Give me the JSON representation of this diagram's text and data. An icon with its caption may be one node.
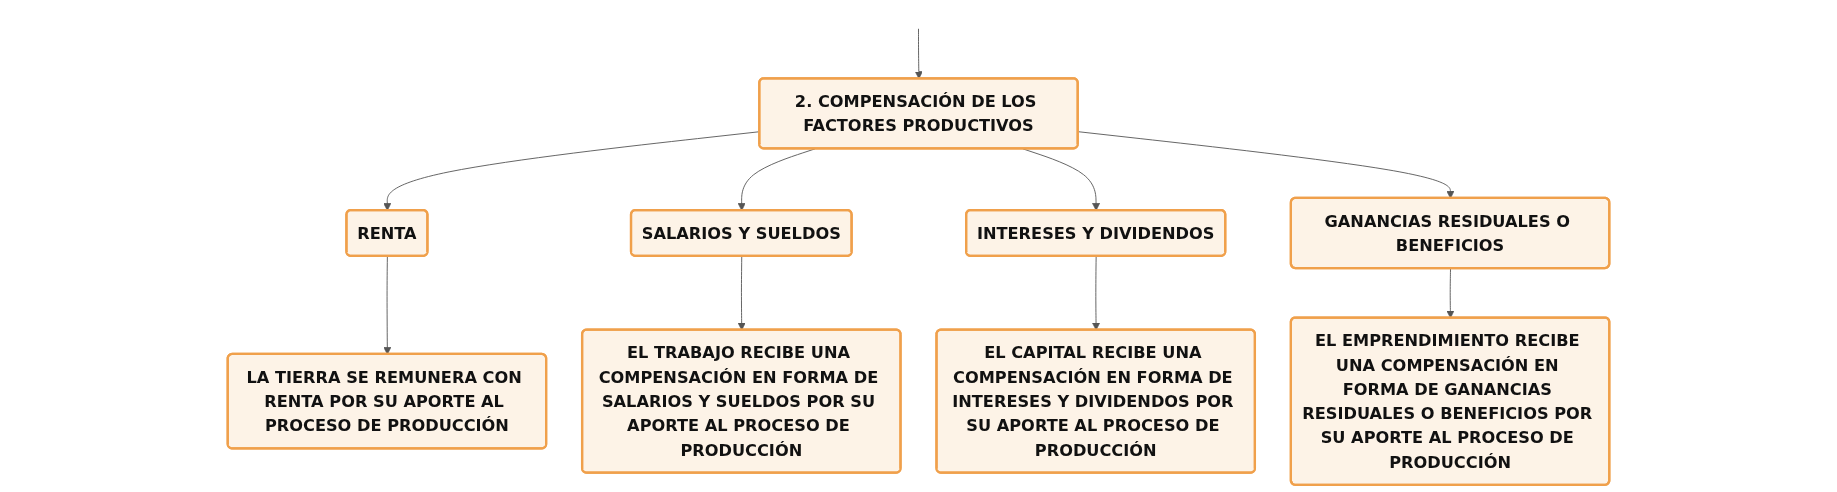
{
  "diagram": {
    "nodes": [
      {
        "text": [
          "2. COMPENSACIÓN DE LOS FACTORES PRODUCTIVOS"
        ]
      },
      {
        "text": [
          "RENTA"
        ]
      },
      {
        "text": [
          "SALARIOS Y SUELDOS"
        ]
      },
      {
        "text": [
          "INTERESES Y DIVIDENDOS"
        ]
      },
      {
        "text": [
          "GANANCIAS RESIDUALES O BENEFICIOS"
        ]
      },
      {
        "text": [
          "LA TIERRA SE REMUNERA CON RENTA POR SU APORTE AL PROCESO DE PRODUCCIÓN"
        ]
      },
      {
        "text": [
          "EL TRABAJO RECIBE UNA COMPENSACIÓN EN FORMA DE SALARIOS Y SUELDOS POR SU APORTE AL PROCESO DE PRODUCCIÓN"
        ]
      },
      {
        "text": [
          "EL CAPITAL RECIBE UNA COMPENSACIÓN EN FORMA DE INTERESES Y DIVIDENDOS POR SU APORTE AL PROCESO DE PRODUCCIÓN"
        ]
      },
      {
        "text": [
          "EL EMPRENDIMIENTO RECIBE UNA COMPENSACIÓN EN FORMA DE GANANCIAS RESIDUALES O BENEFICIOS POR SU APORTE AL PROCESO DE PRODUCCIÓN"
        ]
      }
    ],
    "edges": [
      {
        "from": null,
        "to": 0,
        "arrow": "to"
      },
      {
        "from": 0,
        "to": 1,
        "arrow": "to"
      },
      {
        "from": 0,
        "to": 2,
        "arrow": "to"
      },
      {
        "from": 0,
        "to": 3,
        "arrow": "to"
      },
      {
        "from": 0,
        "to": 4,
        "arrow": "to"
      },
      {
        "from": 1,
        "to": 5,
        "arrow": "to"
      },
      {
        "from": 2,
        "to": 6,
        "arrow": "to"
      },
      {
        "from": 3,
        "to": 7,
        "arrow": "to"
      },
      {
        "from": 4,
        "to": 8,
        "arrow": "to"
      }
    ]
  }
}
